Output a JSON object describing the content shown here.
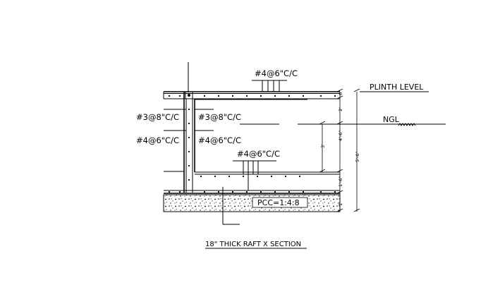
{
  "labels": {
    "top_bar": "#4@6\"C/C",
    "left_upper": "#3@8\"C/C",
    "right_upper": "#3@8\"C/C",
    "left_lower": "#4@6\"C/C",
    "right_lower": "#4@6\"C/C",
    "bottom_bar": "#4@6\"C/C",
    "plinth_level": "PLINTH LEVEL",
    "ngl": "NGL",
    "pcc": "PCC=1:4:8",
    "title": "18\" THICK RAFT X SECTION"
  },
  "dimensions": {
    "d1": "6\"",
    "d2": "2'",
    "d3": "3'",
    "d4": "4'-6\"",
    "d5": "1'-6\"",
    "d6": "5'-6\"",
    "d7": "1'"
  },
  "colors": {
    "ink": "#000000",
    "paper": "#ffffff"
  }
}
